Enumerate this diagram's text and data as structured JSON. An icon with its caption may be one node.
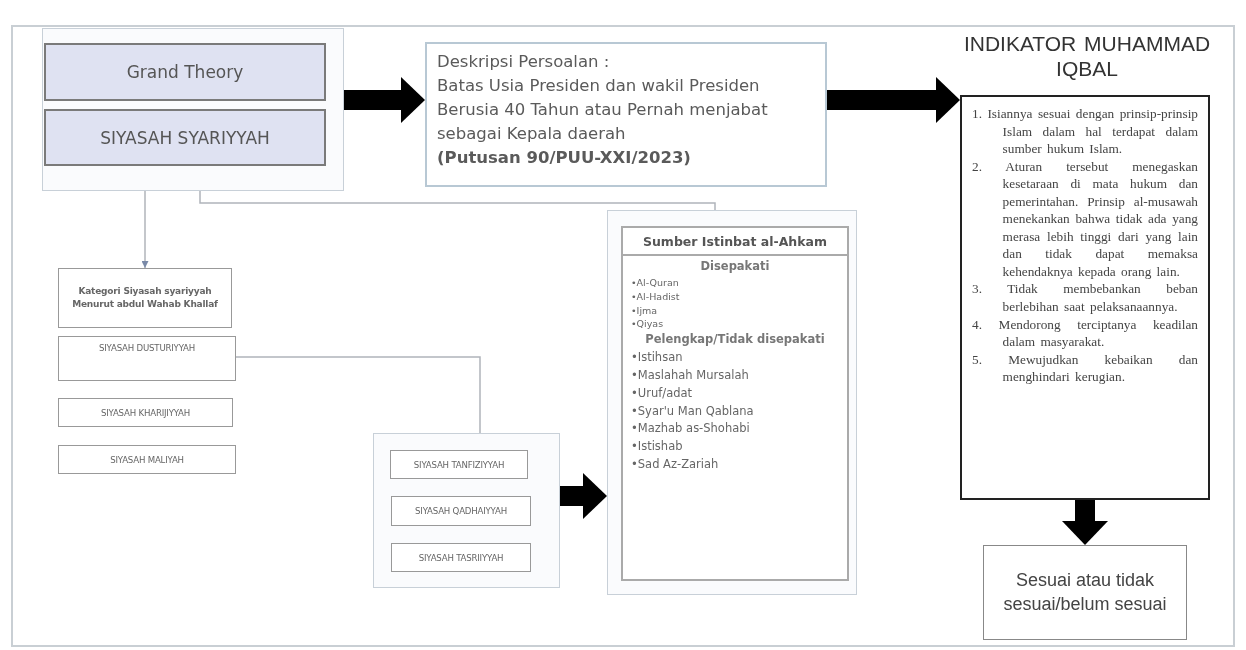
{
  "diagram": {
    "nodes": [
      {
        "text": [],
        "shape": "box"
      },
      {
        "text": [
          "Grand Theory"
        ],
        "in": 0
      },
      {
        "text": [
          "SIYASAH SYARIYYAH"
        ],
        "in": 0
      },
      {
        "text": [
          "Deskripsi Persoalan :",
          "Batas Usia Presiden dan wakil Presiden Berusia 40 Tahun atau Pernah menjabat sebagai Kepala daerah",
          "(Putusan 90/PUU-XXI/2023)"
        ]
      },
      {
        "text": [
          "INDIKATOR MUHAMMAD IQBAL",
          "1. Isiannya sesuai dengan prinsip-prinsip Islam dalam hal terdapat dalam sumber hukum Islam.",
          "2. Aturan tersebut menegaskan kesetaraan di mata hukum dan pemerintahan. Prinsip al-musawah menekankan bahwa tidak ada yang merasa lebih tinggi dari yang lain dan tidak dapat memaksa kehendaknya kepada orang lain.",
          "3. Tidak membebankan beban berlebihan saat pelaksanaannya.",
          "4. Mendorong terciptanya keadilan dalam masyarakat.",
          "5. Mewujudkan kebaikan dan menghindari kerugian."
        ]
      },
      {
        "text": [
          "Sesuai atau tidak sesuai/belum sesuai"
        ]
      },
      {
        "text": [
          "Kategori Siyasah syariyyah Menurut abdul Wahab Khallaf"
        ]
      },
      {
        "text": [
          "SIYASAH DUSTURIYYAH"
        ]
      },
      {
        "text": [
          "SIYASAH KHARIJIYYAH"
        ]
      },
      {
        "text": [
          "SIYASAH MALIYAH"
        ]
      },
      {
        "text": [],
        "shape": "box"
      },
      {
        "text": [
          "SIYASAH TANFIZIYYAH"
        ],
        "in": 10
      },
      {
        "text": [
          "SIYASAH QADHAIYYAH"
        ],
        "in": 10
      },
      {
        "text": [
          "SIYASAH TASRIIYYAH"
        ],
        "in": 10
      },
      {
        "text": [],
        "shape": "box"
      },
      {
        "text": [
          "Sumber Istinbat al-Ahkam",
          "Disepakati",
          "•Al-Quran",
          "•Al-Hadist",
          "•Ijma",
          "•Qiyas",
          "Pelengkap/Tidak disepakati",
          "•Istihsan",
          "•Maslahah Mursalah",
          "•Uruf/adat",
          "•Syar'u Man Qablana",
          "•Mazhab as-Shohabi",
          "•Istishab",
          "•Sad Az-Zariah"
        ],
        "in": 14
      }
    ],
    "edges": [
      {
        "from": 0,
        "to": 3,
        "arrow": "to"
      },
      {
        "from": 3,
        "to": 4,
        "arrow": "to"
      },
      {
        "from": 4,
        "to": 5,
        "arrow": "to"
      },
      {
        "from": 0,
        "to": 6,
        "arrow": "to",
        "color": "#b0b4ba"
      },
      {
        "from": 0,
        "to": 14,
        "arrow": "none",
        "color": "#b0b4ba"
      },
      {
        "from": 7,
        "to": 10,
        "arrow": "none",
        "color": "#b0b4ba"
      },
      {
        "from": 10,
        "to": 14,
        "arrow": "to"
      }
    ]
  }
}
